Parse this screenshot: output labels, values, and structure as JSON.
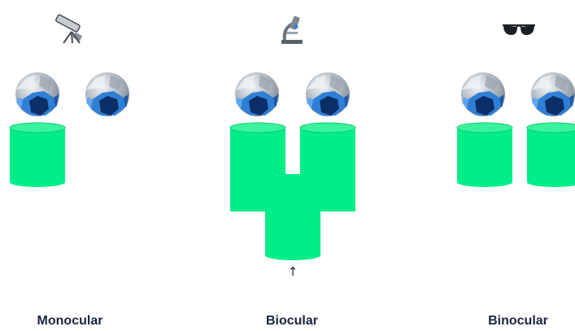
{
  "panels": [
    {
      "id": "monocular",
      "caption": "Monocular",
      "icon": "telescope-icon"
    },
    {
      "id": "biocular",
      "caption": "Biocular",
      "icon": "microscope-icon"
    },
    {
      "id": "binocular",
      "caption": "Binocular",
      "icon": "sunglasses-icon"
    }
  ],
  "arrow_glyph": "↑",
  "colors": {
    "barrel": "#00ee88",
    "barrel_rim": "#38f59e",
    "eye_dark": "#0b2f66",
    "eye_blue": "#2f7fd6",
    "eye_light": "#e3e7ec",
    "caption": "#1c2340"
  }
}
